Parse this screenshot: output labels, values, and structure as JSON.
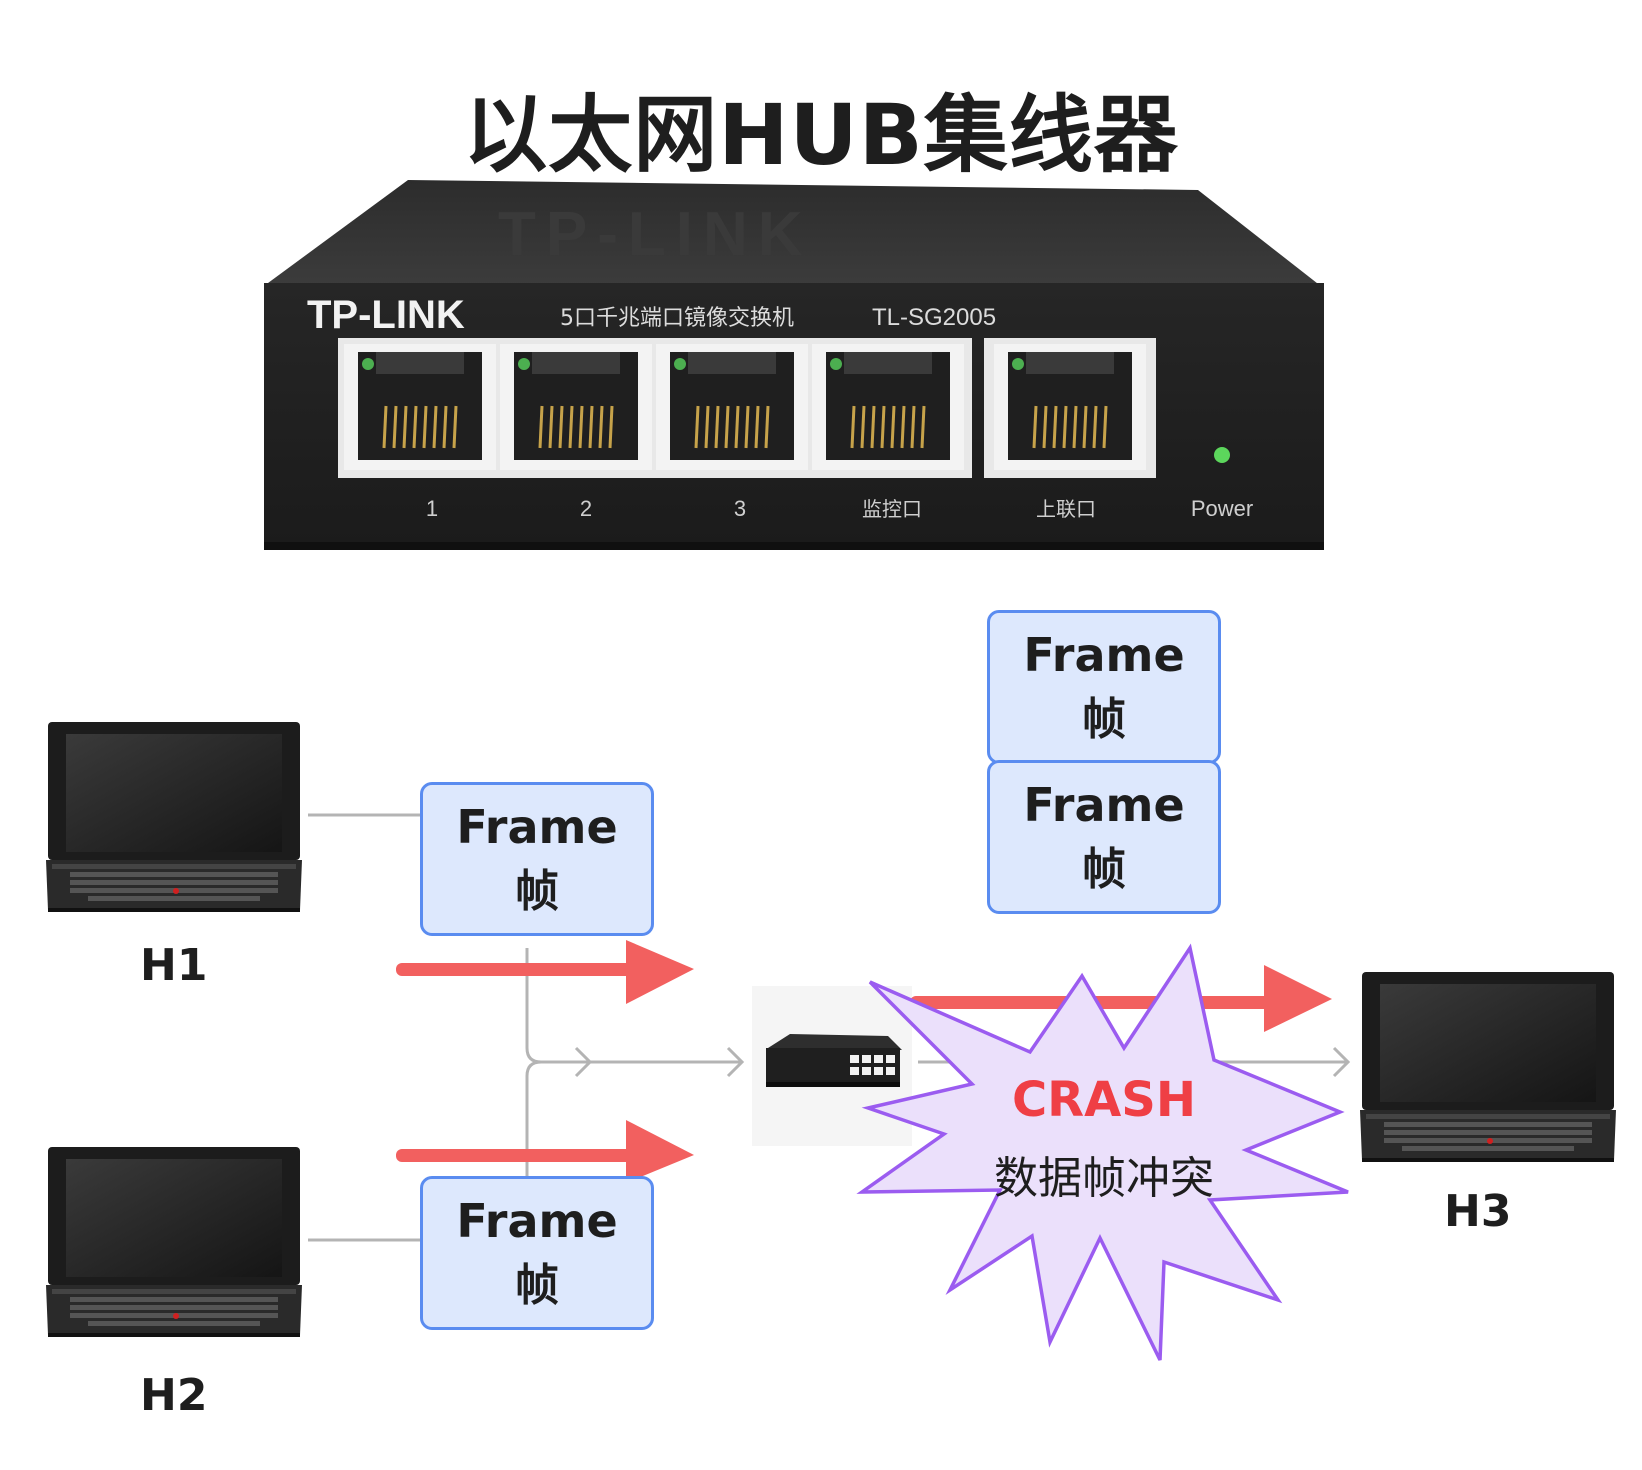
{
  "title": "以太网HUB集线器",
  "hub_device": {
    "brand": "TP-LINK",
    "description": "5口千兆端口镜像交换机",
    "model": "TL-SG2005",
    "port_labels": [
      "1",
      "2",
      "3",
      "监控口",
      "上联口"
    ],
    "power_label": "Power"
  },
  "hosts": [
    {
      "label": "H1"
    },
    {
      "label": "H2"
    },
    {
      "label": "H3"
    }
  ],
  "frames": [
    {
      "line1": "Frame",
      "line2": "帧"
    },
    {
      "line1": "Frame",
      "line2": "帧"
    },
    {
      "line1": "Frame",
      "line2": "帧"
    },
    {
      "line1": "Frame",
      "line2": "帧"
    }
  ],
  "crash": {
    "title": "CRASH",
    "subtitle": "数据帧冲突"
  },
  "colors": {
    "frame_fill": "#dde8fd",
    "frame_border": "#5a8cf0",
    "arrow_red": "#f2605f",
    "connector_gray": "#b4b4b4",
    "burst_fill": "#ebe0fb",
    "burst_stroke": "#9b5cf0",
    "crash_text": "#ef3f45"
  }
}
